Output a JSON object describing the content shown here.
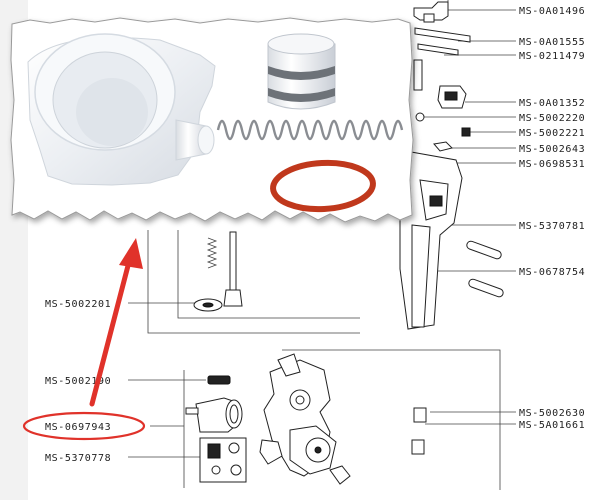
{
  "right_labels": [
    "MS-0A01496",
    "MS-0A01555",
    "MS-0211479",
    "MS-0A01352",
    "MS-5002220",
    "MS-5002221",
    "MS-5002643",
    "MS-0698531",
    "MS-5370781",
    "MS-0678754",
    "MS-5002630",
    "MS-5A01661"
  ],
  "left_labels": [
    "MS-5002201",
    "MS-5002190",
    "MS-0697943",
    "MS-5370778"
  ],
  "highlighted_label": "MS-0697943",
  "colors": {
    "highlight": "#e0322a",
    "arrow": "#e0322a",
    "oring": "#c0391b"
  }
}
